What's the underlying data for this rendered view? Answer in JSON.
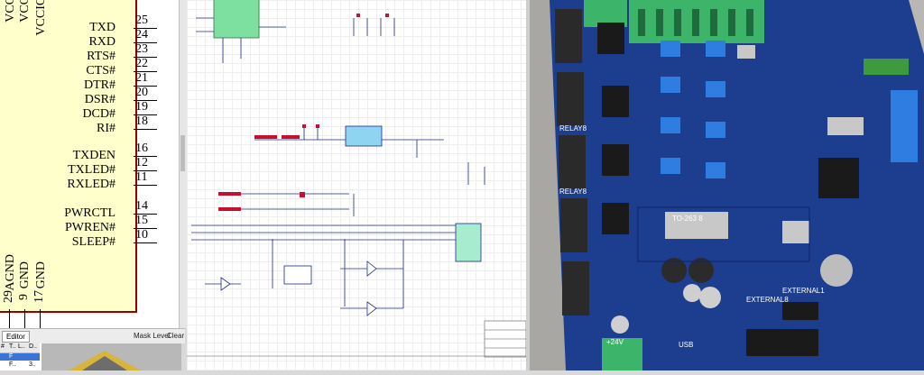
{
  "symbol": {
    "top_pins": [
      "VCC",
      "VCC",
      "VCCIO"
    ],
    "pins": [
      {
        "name": "TXD",
        "num": "25"
      },
      {
        "name": "RXD",
        "num": "24"
      },
      {
        "name": "RTS#",
        "num": "23"
      },
      {
        "name": "CTS#",
        "num": "22"
      },
      {
        "name": "DTR#",
        "num": "21"
      },
      {
        "name": "DSR#",
        "num": "20"
      },
      {
        "name": "DCD#",
        "num": "19"
      },
      {
        "name": "RI#",
        "num": "18"
      },
      {
        "name": "TXDEN",
        "num": "16"
      },
      {
        "name": "TXLED#",
        "num": "12"
      },
      {
        "name": "RXLED#",
        "num": "11"
      },
      {
        "name": "PWRCTL",
        "num": "14"
      },
      {
        "name": "PWREN#",
        "num": "15"
      },
      {
        "name": "SLEEP#",
        "num": "10"
      }
    ],
    "bottom_pins": [
      {
        "name": "AGND",
        "num": "29"
      },
      {
        "name": "GND",
        "num": "9"
      },
      {
        "name": "GND",
        "num": "17"
      }
    ]
  },
  "panel": {
    "tab_editor": "Editor",
    "mask_level": "Mask Level",
    "clear": "Clear",
    "grid_headers": [
      "#",
      "T..",
      "L..",
      "D.."
    ],
    "grid_rows": [
      [
        "",
        "F",
        "",
        ""
      ],
      [
        "",
        "F..",
        "",
        "3.."
      ]
    ]
  },
  "pcb": {
    "labels": [
      "RELAY8",
      "RELAY8",
      "EXTERNAL8",
      "EXTERNAL1",
      "+24V",
      "USB",
      "TO-263 8"
    ]
  },
  "colors": {
    "symbol_fill": "#ffffcc",
    "symbol_border": "#9b0000",
    "pcb_blue": "#1a3a8a",
    "connector_green": "#3cb56a"
  }
}
